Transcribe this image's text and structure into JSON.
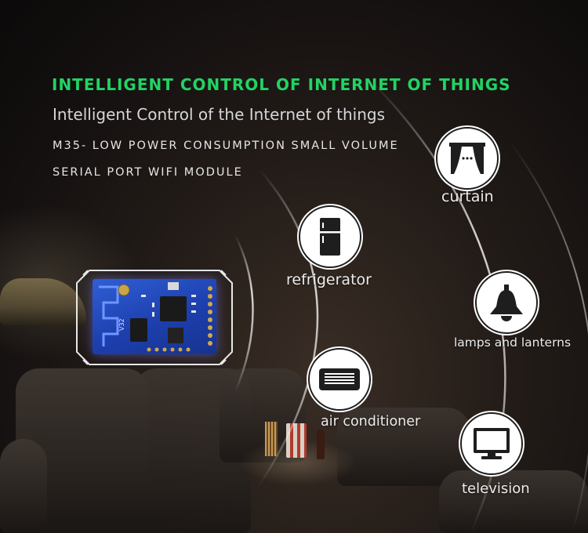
{
  "headline": "INTELLIGENT CONTROL OF INTERNET OF THINGS",
  "subheadline": "Intelligent Control of the Internet of things",
  "description_line1": "M35- LOW POWER CONSUMPTION SMALL VOLUME",
  "description_line2": "SERIAL PORT WIFI MODULE",
  "module": {
    "silkscreen": "V32"
  },
  "appliances": [
    {
      "label": "curtain",
      "icon": "curtain-icon"
    },
    {
      "label": "refrigerator",
      "icon": "refrigerator-icon"
    },
    {
      "label": "lamps and lanterns",
      "icon": "lamp-icon"
    },
    {
      "label": "air conditioner",
      "icon": "air-conditioner-icon"
    },
    {
      "label": "television",
      "icon": "television-icon"
    }
  ],
  "colors": {
    "headline": "#22d364",
    "icon_bg": "#ffffff",
    "icon_fg": "#1e1e1e",
    "pcb": "#1d3fae"
  }
}
